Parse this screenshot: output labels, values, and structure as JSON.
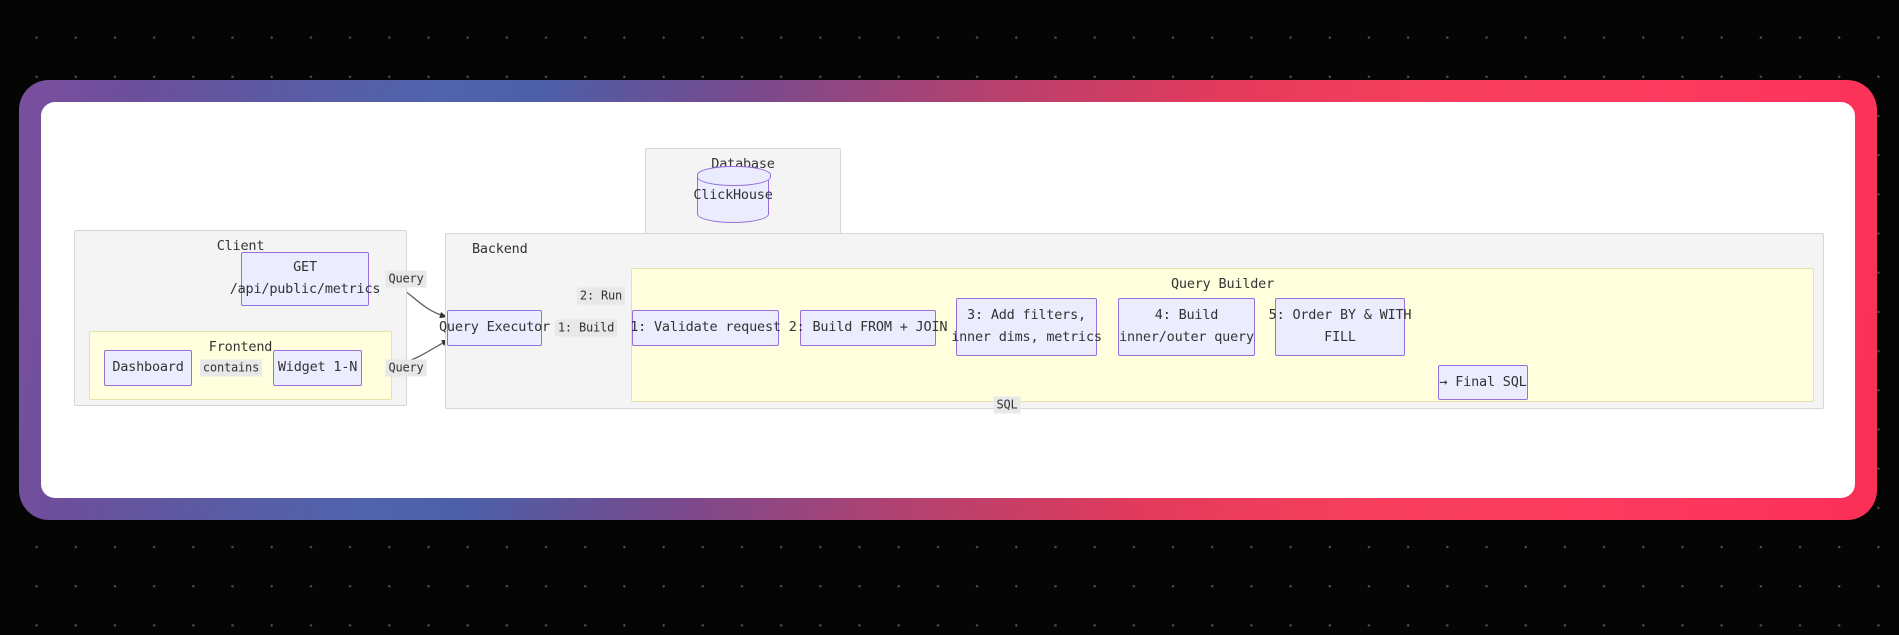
{
  "theme": {
    "page_background": "#050505",
    "dot_color": "#4a4a4a",
    "card_background": "#ffffff",
    "border_gradient_start": "#7a4f9e",
    "border_gradient_mid": "#4f64ad",
    "border_gradient_end": "#fb2f58",
    "node_fill": "#ececff",
    "node_stroke": "#9370db",
    "cluster_fill": "#f4f4f5",
    "cluster_stroke": "#d6d6d6",
    "cluster_yellow_fill": "#ffffde",
    "cluster_yellow_stroke": "#e3e3a8",
    "edge_color": "#666666",
    "edge_label_background": "#e8e8e8",
    "text_color": "#333333"
  },
  "diagram": {
    "type": "sequence-flow",
    "clusters": [
      {
        "id": "database",
        "label": "Database"
      },
      {
        "id": "client",
        "label": "Client"
      },
      {
        "id": "frontend",
        "label": "Frontend"
      },
      {
        "id": "backend",
        "label": "Backend"
      },
      {
        "id": "query_builder",
        "label": "Query Builder"
      }
    ],
    "nodes": [
      {
        "id": "clickhouse",
        "label": "ClickHouse",
        "shape": "cylinder",
        "cluster": "database"
      },
      {
        "id": "api",
        "lines": [
          "GET",
          "/api/public/metrics"
        ],
        "shape": "rect",
        "cluster": "client"
      },
      {
        "id": "dashboard",
        "lines": [
          "Dashboard"
        ],
        "shape": "rect",
        "cluster": "frontend"
      },
      {
        "id": "widget",
        "lines": [
          "Widget 1-N"
        ],
        "shape": "rect",
        "cluster": "frontend"
      },
      {
        "id": "executor",
        "lines": [
          "Query Executor"
        ],
        "shape": "rect",
        "cluster": "backend"
      },
      {
        "id": "step1",
        "lines": [
          "1: Validate request"
        ],
        "shape": "rect",
        "cluster": "query_builder"
      },
      {
        "id": "step2",
        "lines": [
          "2: Build FROM + JOIN"
        ],
        "shape": "rect",
        "cluster": "query_builder"
      },
      {
        "id": "step3",
        "lines": [
          "3: Add filters,",
          "inner dims, metrics"
        ],
        "shape": "rect",
        "cluster": "query_builder"
      },
      {
        "id": "step4",
        "lines": [
          "4: Build",
          "inner/outer query"
        ],
        "shape": "rect",
        "cluster": "query_builder"
      },
      {
        "id": "step5",
        "lines": [
          "5: Order BY & WITH",
          "FILL"
        ],
        "shape": "rect",
        "cluster": "query_builder"
      },
      {
        "id": "final_sql",
        "lines": [
          "→ Final SQL"
        ],
        "shape": "rect",
        "cluster": "query_builder"
      }
    ],
    "edges": [
      {
        "from": "dashboard",
        "to": "widget",
        "label": "contains"
      },
      {
        "from": "api",
        "to": "executor",
        "label": "Query"
      },
      {
        "from": "widget",
        "to": "executor",
        "label": "Query"
      },
      {
        "from": "executor",
        "to": "step1",
        "label": "1: Build"
      },
      {
        "from": "executor",
        "to": "clickhouse",
        "label": "2: Run"
      },
      {
        "from": "step1",
        "to": "step2",
        "label": ""
      },
      {
        "from": "step2",
        "to": "step3",
        "label": ""
      },
      {
        "from": "step3",
        "to": "step4",
        "label": ""
      },
      {
        "from": "step4",
        "to": "step5",
        "label": ""
      },
      {
        "from": "step5",
        "to": "final_sql",
        "label": ""
      },
      {
        "from": "final_sql",
        "to": "executor",
        "label": "SQL"
      }
    ],
    "edge_labels": {
      "contains": "contains",
      "query_top": "Query",
      "query_bottom": "Query",
      "build": "1: Build",
      "run": "2: Run",
      "sql": "SQL"
    }
  }
}
